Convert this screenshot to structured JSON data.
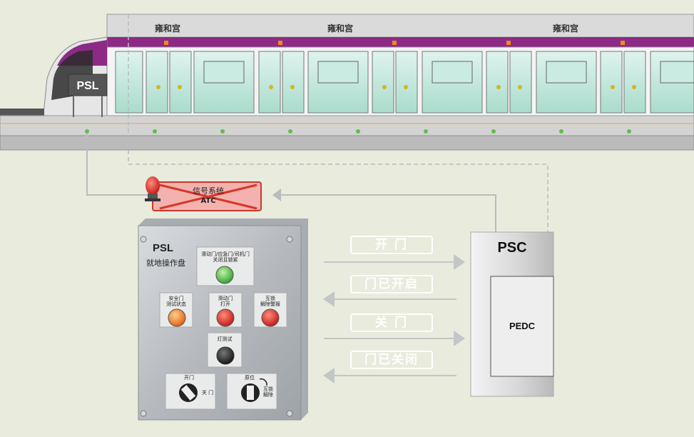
{
  "train": {
    "station_names": [
      "雍和宫",
      "雍和宫",
      "雍和宫"
    ],
    "accent_color": "#8c2a86"
  },
  "psl_sign": {
    "label": "PSL"
  },
  "signal_system": {
    "line1": "信号系统",
    "line2": "ATC"
  },
  "psl_panel": {
    "title": "PSL",
    "subtitle": "就地操作盘",
    "indicator_label": "滑动门/应急门/司机门\n关闭且锁紧",
    "button_safety_label": "安全门\n测试状态",
    "button_open_label": "滑动门\n打开",
    "button_interlock_label": "互锁\n解除警报",
    "button_lamp_label": "灯测试",
    "key1_label_top": "开门",
    "key1_label_side": "关 门",
    "key2_label_top": "原位",
    "key2_label_side": "互锁\n解除"
  },
  "signals": {
    "open_door": "开 门",
    "door_opened": "门已开启",
    "close_door": "关 门",
    "door_closed": "门已关闭"
  },
  "psc": {
    "title": "PSC",
    "pedc": "PEDC"
  }
}
